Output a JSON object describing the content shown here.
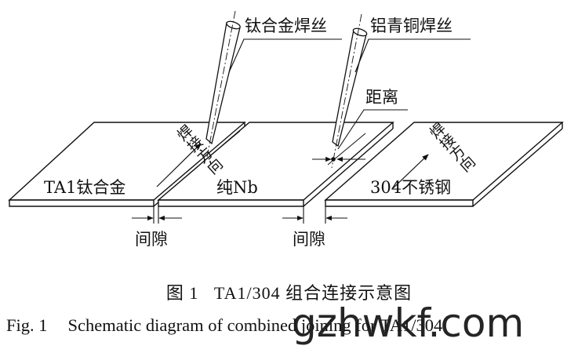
{
  "labels": {
    "ti_wire": "钛合金焊丝",
    "albronze_wire": "铝青铜焊丝",
    "distance": "距离",
    "weld_dir_left": "焊接方向",
    "weld_dir_right": "焊接方向",
    "plate_left": "TA1钛合金",
    "plate_mid": "纯Nb",
    "plate_right": "304不锈钢",
    "gap_left": "间隙",
    "gap_right": "间隙"
  },
  "caption": {
    "cn_num": "图 1",
    "cn_text": "TA1/304 组合连接示意图",
    "en_num": "Fig. 1",
    "en_text": "Schematic diagram of combined joining for TA1/304"
  },
  "watermark": "gzhwkf.com"
}
